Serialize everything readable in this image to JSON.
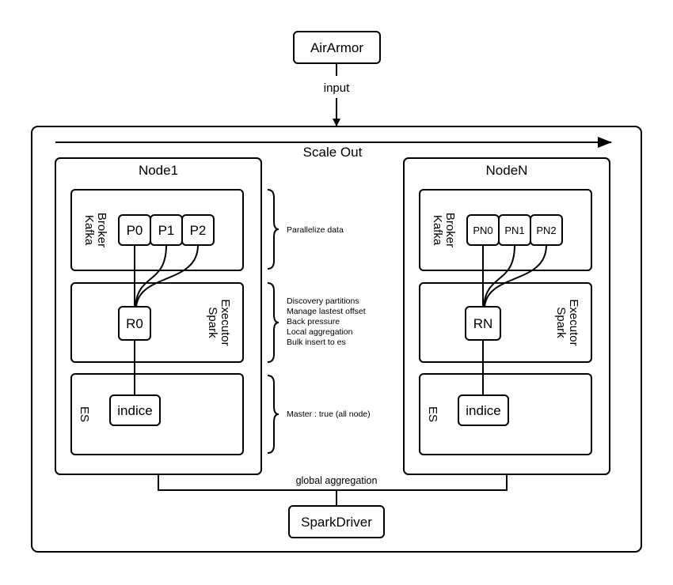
{
  "diagram": {
    "top_box": "AirArmor",
    "input_label": "input",
    "scale_label": "Scale Out",
    "bottom_box": "SparkDriver",
    "global_label": "global aggregation",
    "node1": {
      "title": "Node1",
      "kafka_label_line1": "Kafka",
      "kafka_label_line2": "Broker",
      "partitions": [
        "P0",
        "P1",
        "P2"
      ],
      "spark_label_line1": "Spark",
      "spark_label_line2": "Executor",
      "receiver": "R0",
      "es_label": "ES",
      "indice": "indice"
    },
    "nodeN": {
      "title": "NodeN",
      "kafka_label_line1": "Kafka",
      "kafka_label_line2": "Broker",
      "partitions": [
        "PN0",
        "PN1",
        "PN2"
      ],
      "spark_label_line1": "Spark",
      "spark_label_line2": "Executor",
      "receiver": "RN",
      "es_label": "ES",
      "indice": "indice"
    },
    "annotations": {
      "kafka": "Parallelize data",
      "spark": [
        "Discovery partitions",
        "Manage lastest offset",
        "Back pressure",
        "Local aggregation",
        "Bulk insert to es"
      ],
      "es": "Master : true (all node)"
    }
  }
}
